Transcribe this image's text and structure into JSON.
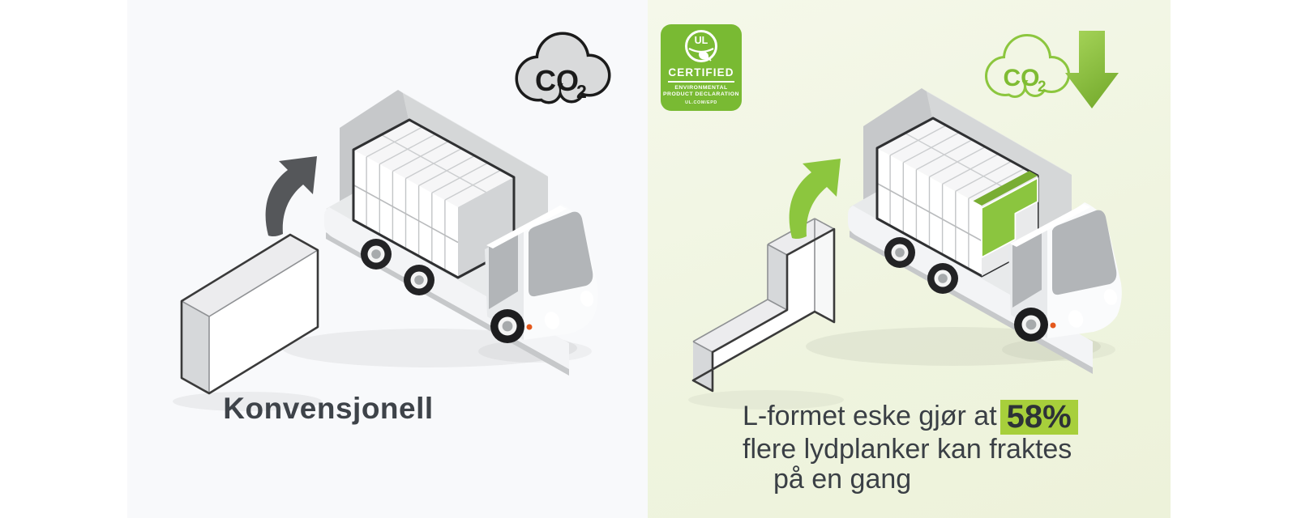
{
  "left": {
    "caption": "Konvensjonell",
    "co2_main": "CO",
    "co2_sub": "2"
  },
  "right": {
    "co2_main": "CO",
    "co2_sub": "2",
    "caption_prefix": "L-formet eske gjør at",
    "caption_highlight": "58%",
    "caption_line2": "flere lydplanker kan fraktes",
    "caption_line3": "på en gang"
  },
  "badge": {
    "ul": "UL",
    "certified": "CERTIFIED",
    "line1": "ENVIRONMENTAL",
    "line2": "PRODUCT DECLARATION",
    "line3": "UL.COM/EPD"
  },
  "colors": {
    "accent_green": "#8bc53f",
    "badge_green": "#79ba33",
    "highlight_green": "#a7cf3b",
    "co2_outline_dark": "#1b1b1b",
    "co2_green": "#7fbc33",
    "text_dark": "#3a3f45",
    "panel_left_bg": "#f8f9fb",
    "panel_right_bg": "#eff4df"
  }
}
